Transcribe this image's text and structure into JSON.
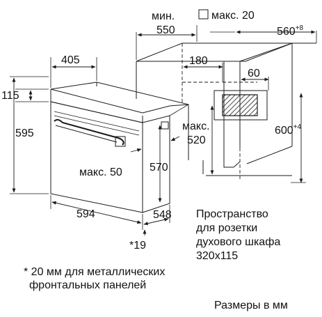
{
  "dimensions": {
    "min_label": "мин.",
    "min_value": "550",
    "max20_label": "макс. 20",
    "width_560": "560",
    "width_560_sup": "+8",
    "d405": "405",
    "d180": "180",
    "d60": "60",
    "d115": "115",
    "d595": "595",
    "max520_label": "макс.",
    "max520_value": "520",
    "height_600": "600",
    "height_600_sup": "+4",
    "max50": "макс. 50",
    "d570": "570",
    "d594": "594",
    "d548": "548",
    "footnote_mark": "*19"
  },
  "socket_note": [
    "Пространство",
    "для розетки",
    "духового шкафа",
    "320x115"
  ],
  "footnote": [
    "* 20 мм для металлических",
    "фронтальных панелей"
  ],
  "units_note": "Размеры в мм",
  "colors": {
    "ink": "#1a1a1a",
    "background": "#ffffff"
  }
}
